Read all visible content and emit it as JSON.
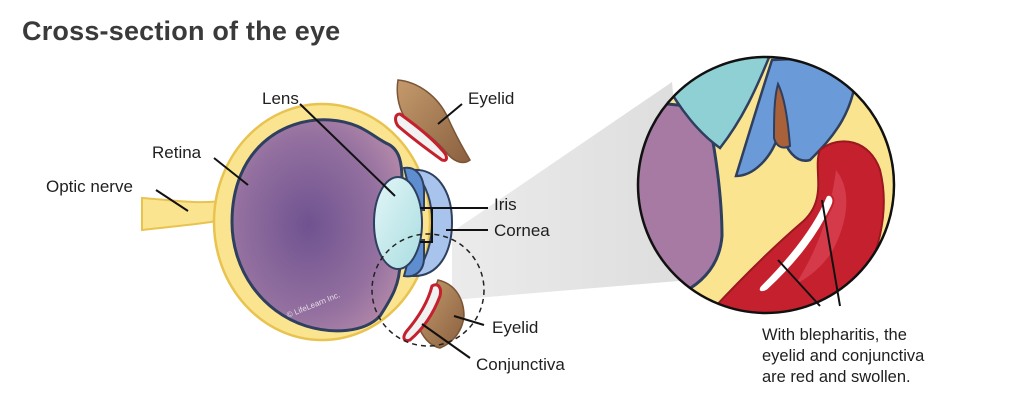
{
  "title": "Cross-section of the eye",
  "labels": {
    "lens": "Lens",
    "retina": "Retina",
    "optic_nerve": "Optic nerve",
    "eyelid_upper": "Eyelid",
    "iris": "Iris",
    "cornea": "Cornea",
    "eyelid_lower": "Eyelid",
    "conjunctiva": "Conjunctiva"
  },
  "note": {
    "line1": "With blepharitis, the",
    "line2": "eyelid and conjunctiva",
    "line3": "are red and swollen."
  },
  "watermark": "© LifeLearn Inc.",
  "colors": {
    "sclera": "#fbe48f",
    "sclera_edge": "#e8c350",
    "outline": "#2e3f5f",
    "vitreous_center": "#7c5c98",
    "vitreous_edge": "#a97fac",
    "lens": "#c6ebee",
    "iris": "#5e8ed0",
    "cornea": "#a9c4ec",
    "eyelid": "#a77a52",
    "swollen": "#c5202d",
    "leader": "#111111"
  }
}
